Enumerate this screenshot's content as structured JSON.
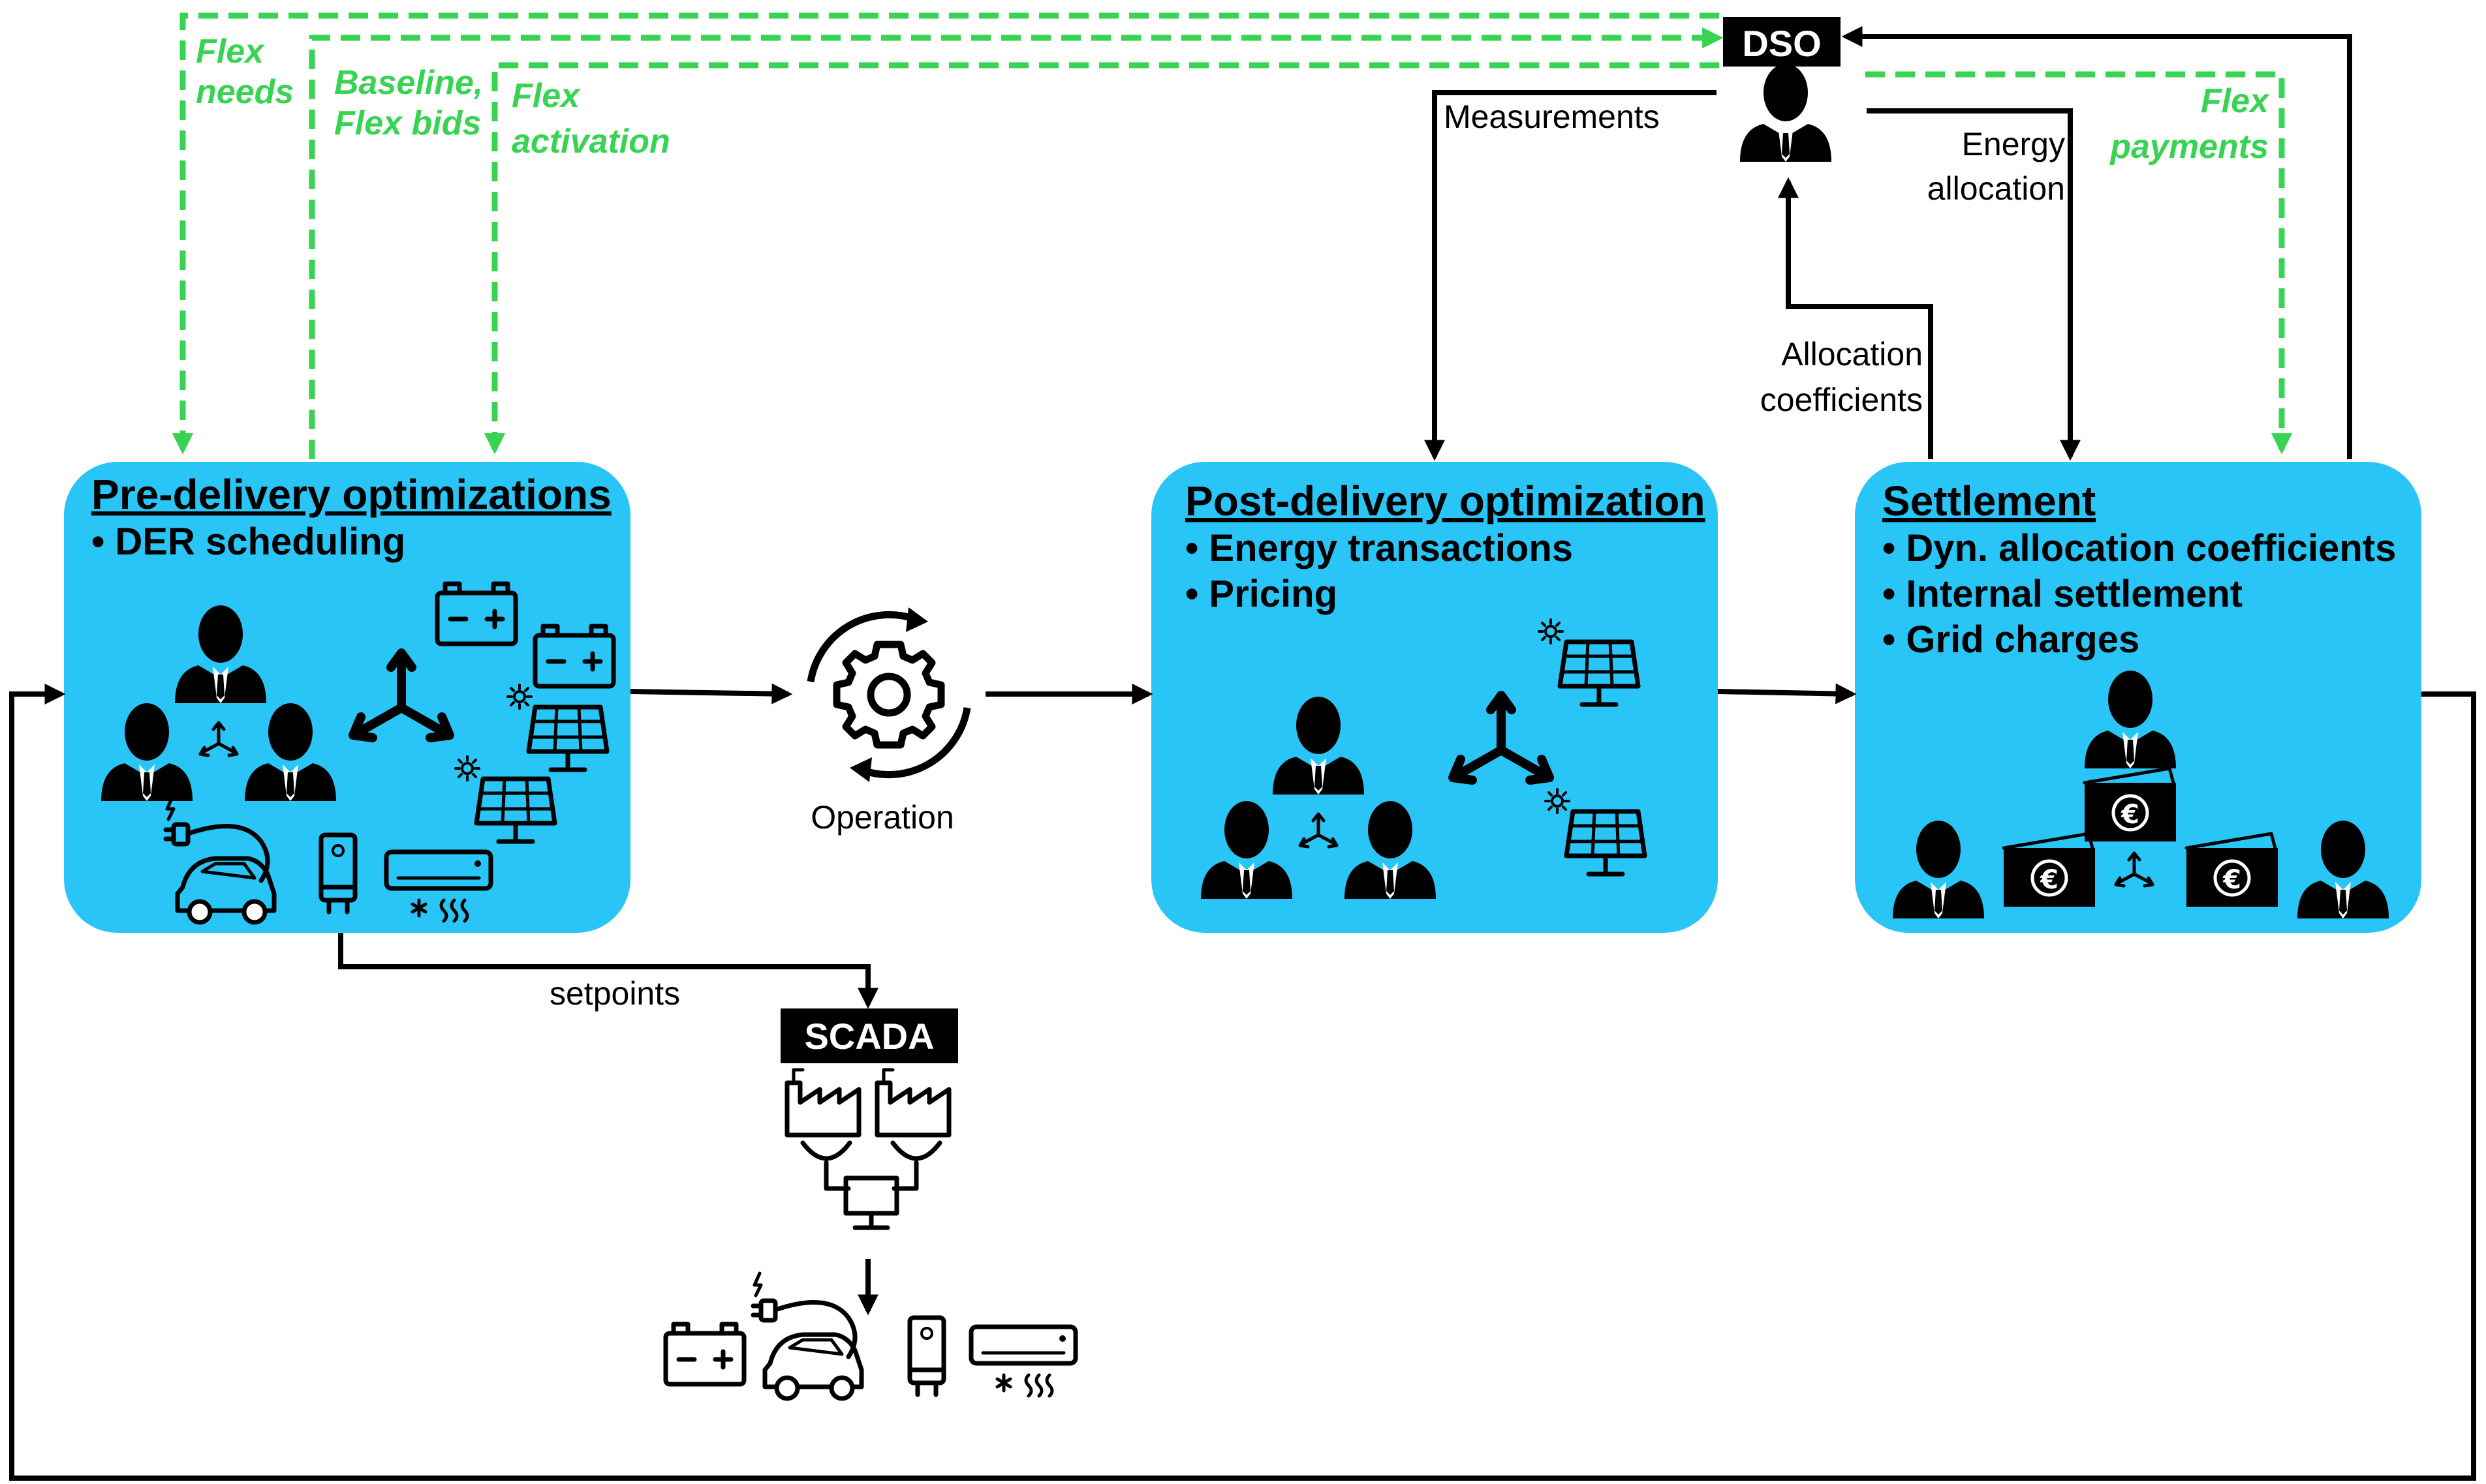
{
  "boxes": {
    "pre": {
      "title": "Pre-delivery optimizations",
      "bullets": [
        "DER scheduling"
      ]
    },
    "post": {
      "title": "Post-delivery optimization",
      "bullets": [
        "Energy transactions",
        "Pricing"
      ]
    },
    "settle": {
      "title": "Settlement",
      "bullets": [
        "Dyn. allocation coefficients",
        "Internal settlement",
        "Grid charges"
      ]
    }
  },
  "nodes": {
    "dso": "DSO",
    "scada": "SCADA",
    "operation": "Operation"
  },
  "flows": {
    "flex_needs": [
      "Flex",
      "needs"
    ],
    "baseline_bids": [
      "Baseline,",
      "Flex bids"
    ],
    "flex_activation": [
      "Flex",
      "activation"
    ],
    "flex_payments": [
      "Flex",
      "payments"
    ],
    "measurements": "Measurements",
    "energy_allocation": [
      "Energy",
      "allocation"
    ],
    "allocation_coefficients": [
      "Allocation",
      "coefficients"
    ],
    "setpoints": "setpoints"
  },
  "colors": {
    "box": "#29c5f6",
    "flex": "#39d353",
    "line": "#000000",
    "tag_bg": "#000000"
  },
  "icons": [
    "person-icon",
    "battery-icon",
    "solar-panel-icon",
    "ev-charger-icon",
    "water-heater-icon",
    "air-conditioner-icon",
    "gear-icon",
    "factory-icon",
    "monitor-icon",
    "wallet-euro-icon",
    "three-way-arrow-icon"
  ]
}
